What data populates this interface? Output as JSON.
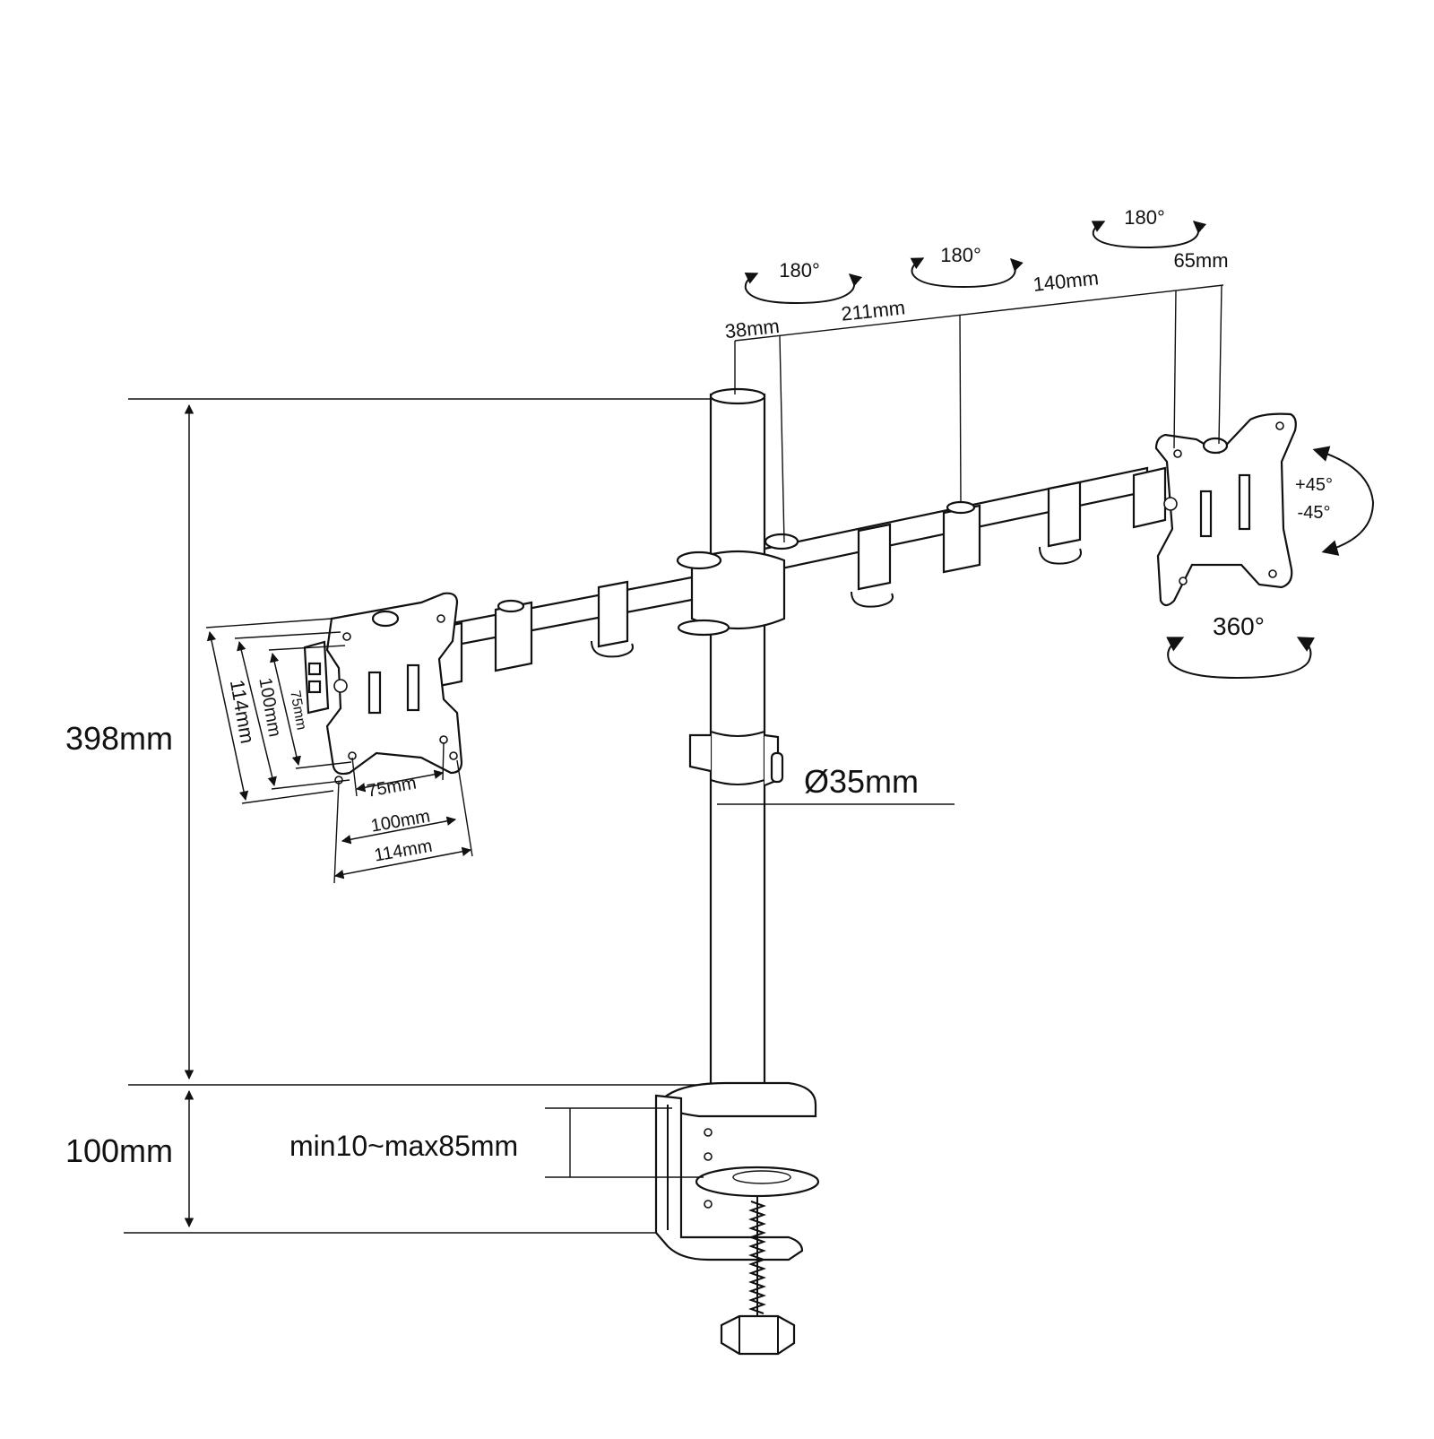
{
  "dimensions": {
    "pole_height": "398mm",
    "clamp_height": "100mm",
    "pole_diameter": "Ø35mm",
    "desk_thickness": "min10~max85mm",
    "arm_offset_pole": "38mm",
    "arm_segment_1": "211mm",
    "arm_segment_2": "140mm",
    "arm_offset_head": "65mm"
  },
  "rotations": {
    "joint_1": "180°",
    "joint_2": "180°",
    "joint_3": "180°",
    "tilt_up": "+45°",
    "tilt_down": "-45°",
    "swivel": "360°"
  },
  "vesa": {
    "horizontal_small": "75mm",
    "horizontal_medium": "100mm",
    "horizontal_large": "114mm",
    "vertical_small": "75mm",
    "vertical_medium": "100mm",
    "vertical_large": "114mm"
  }
}
